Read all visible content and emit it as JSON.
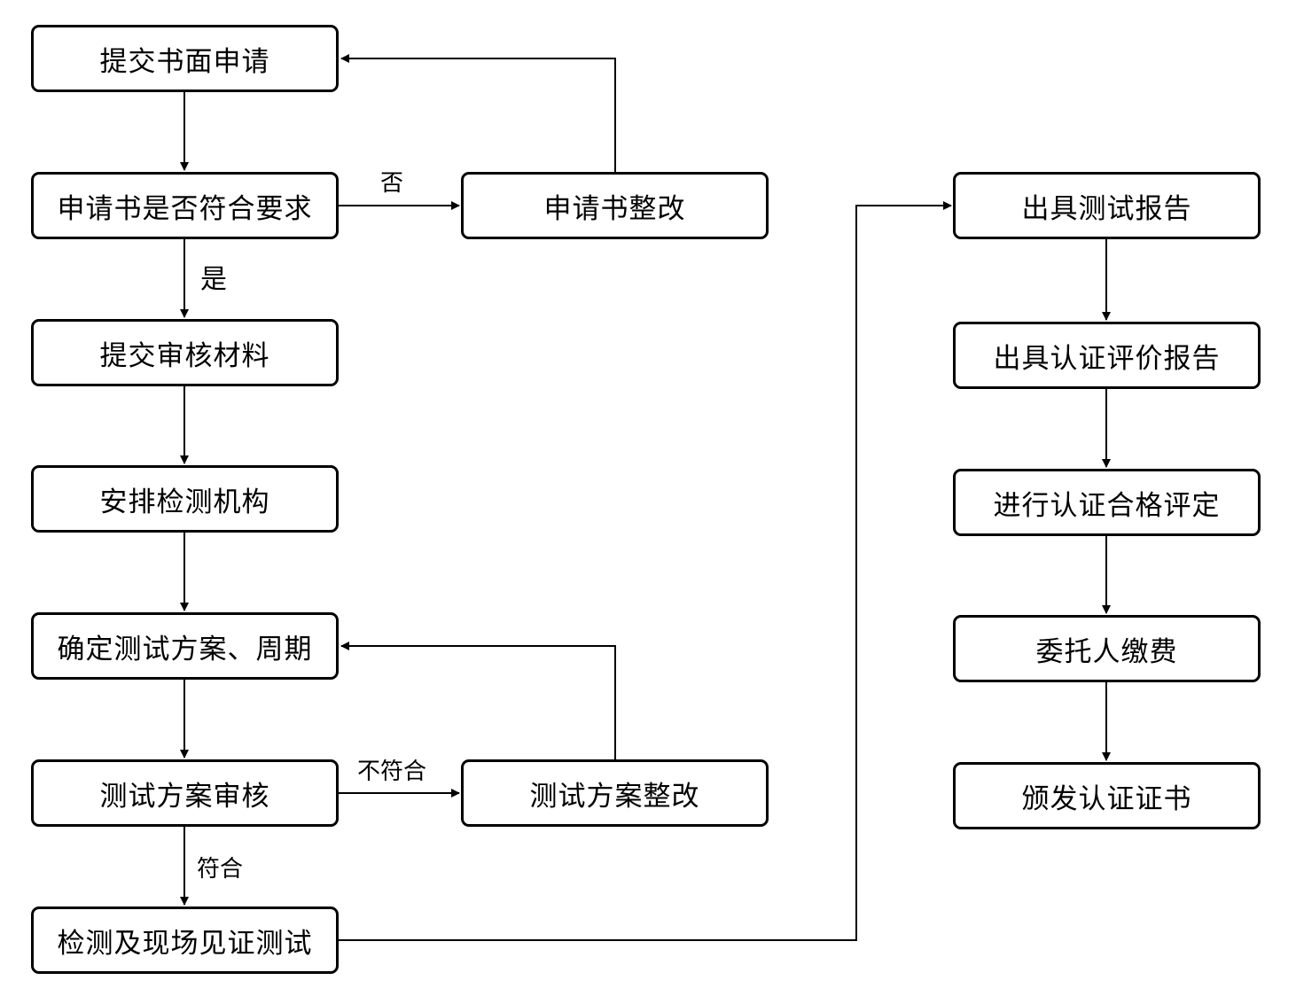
{
  "steps": {
    "submit_application": "提交书面申请",
    "check_application": "申请书是否符合要求",
    "revise_application": "申请书整改",
    "submit_materials": "提交审核材料",
    "arrange_lab": "安排检测机构",
    "define_test_plan": "确定测试方案、周期",
    "review_test_plan": "测试方案审核",
    "revise_test_plan": "测试方案整改",
    "witness_testing": "检测及现场见证测试",
    "issue_test_report": "出具测试报告",
    "issue_evaluation_report": "出具认证评价报告",
    "conformity_assessment": "进行认证合格评定",
    "client_payment": "委托人缴费",
    "issue_certificate": "颁发认证证书"
  },
  "edge_labels": {
    "no": "否",
    "yes": "是",
    "not_compliant": "不符合",
    "compliant": "符合"
  },
  "colors": {
    "line": "#000000",
    "box_border": "#000000",
    "background": "#ffffff"
  }
}
